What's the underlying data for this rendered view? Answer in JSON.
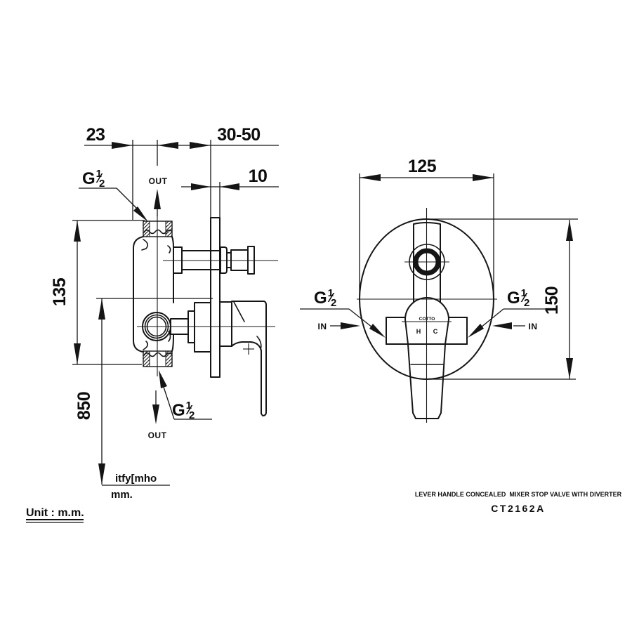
{
  "page": {
    "background": "#ffffff",
    "line_color": "#151515"
  },
  "dimensions": {
    "body_offset": "23",
    "wall_depth_range": "30-50",
    "plate_thickness": "10",
    "port_spacing": "135",
    "floor_height": "850",
    "faceplate_width": "125",
    "faceplate_height": "150"
  },
  "labels": {
    "out_top": "OUT",
    "out_bottom": "OUT",
    "in_left": "IN",
    "in_right": "IN",
    "g_base": "G",
    "g_num": "1",
    "g_slash": "⁄",
    "g_den": "2",
    "floor_line_label": "itfy[mho",
    "floor_line_unit": "mm.",
    "unit_note": "Unit : m.m."
  },
  "handle": {
    "logo": "COTTO",
    "hot": "H",
    "cold": "C"
  },
  "footer": {
    "title": "LEVER HANDLE CONCEALED  MIXER STOP VALVE WITH DIVERTER",
    "model": "CT2162A"
  }
}
